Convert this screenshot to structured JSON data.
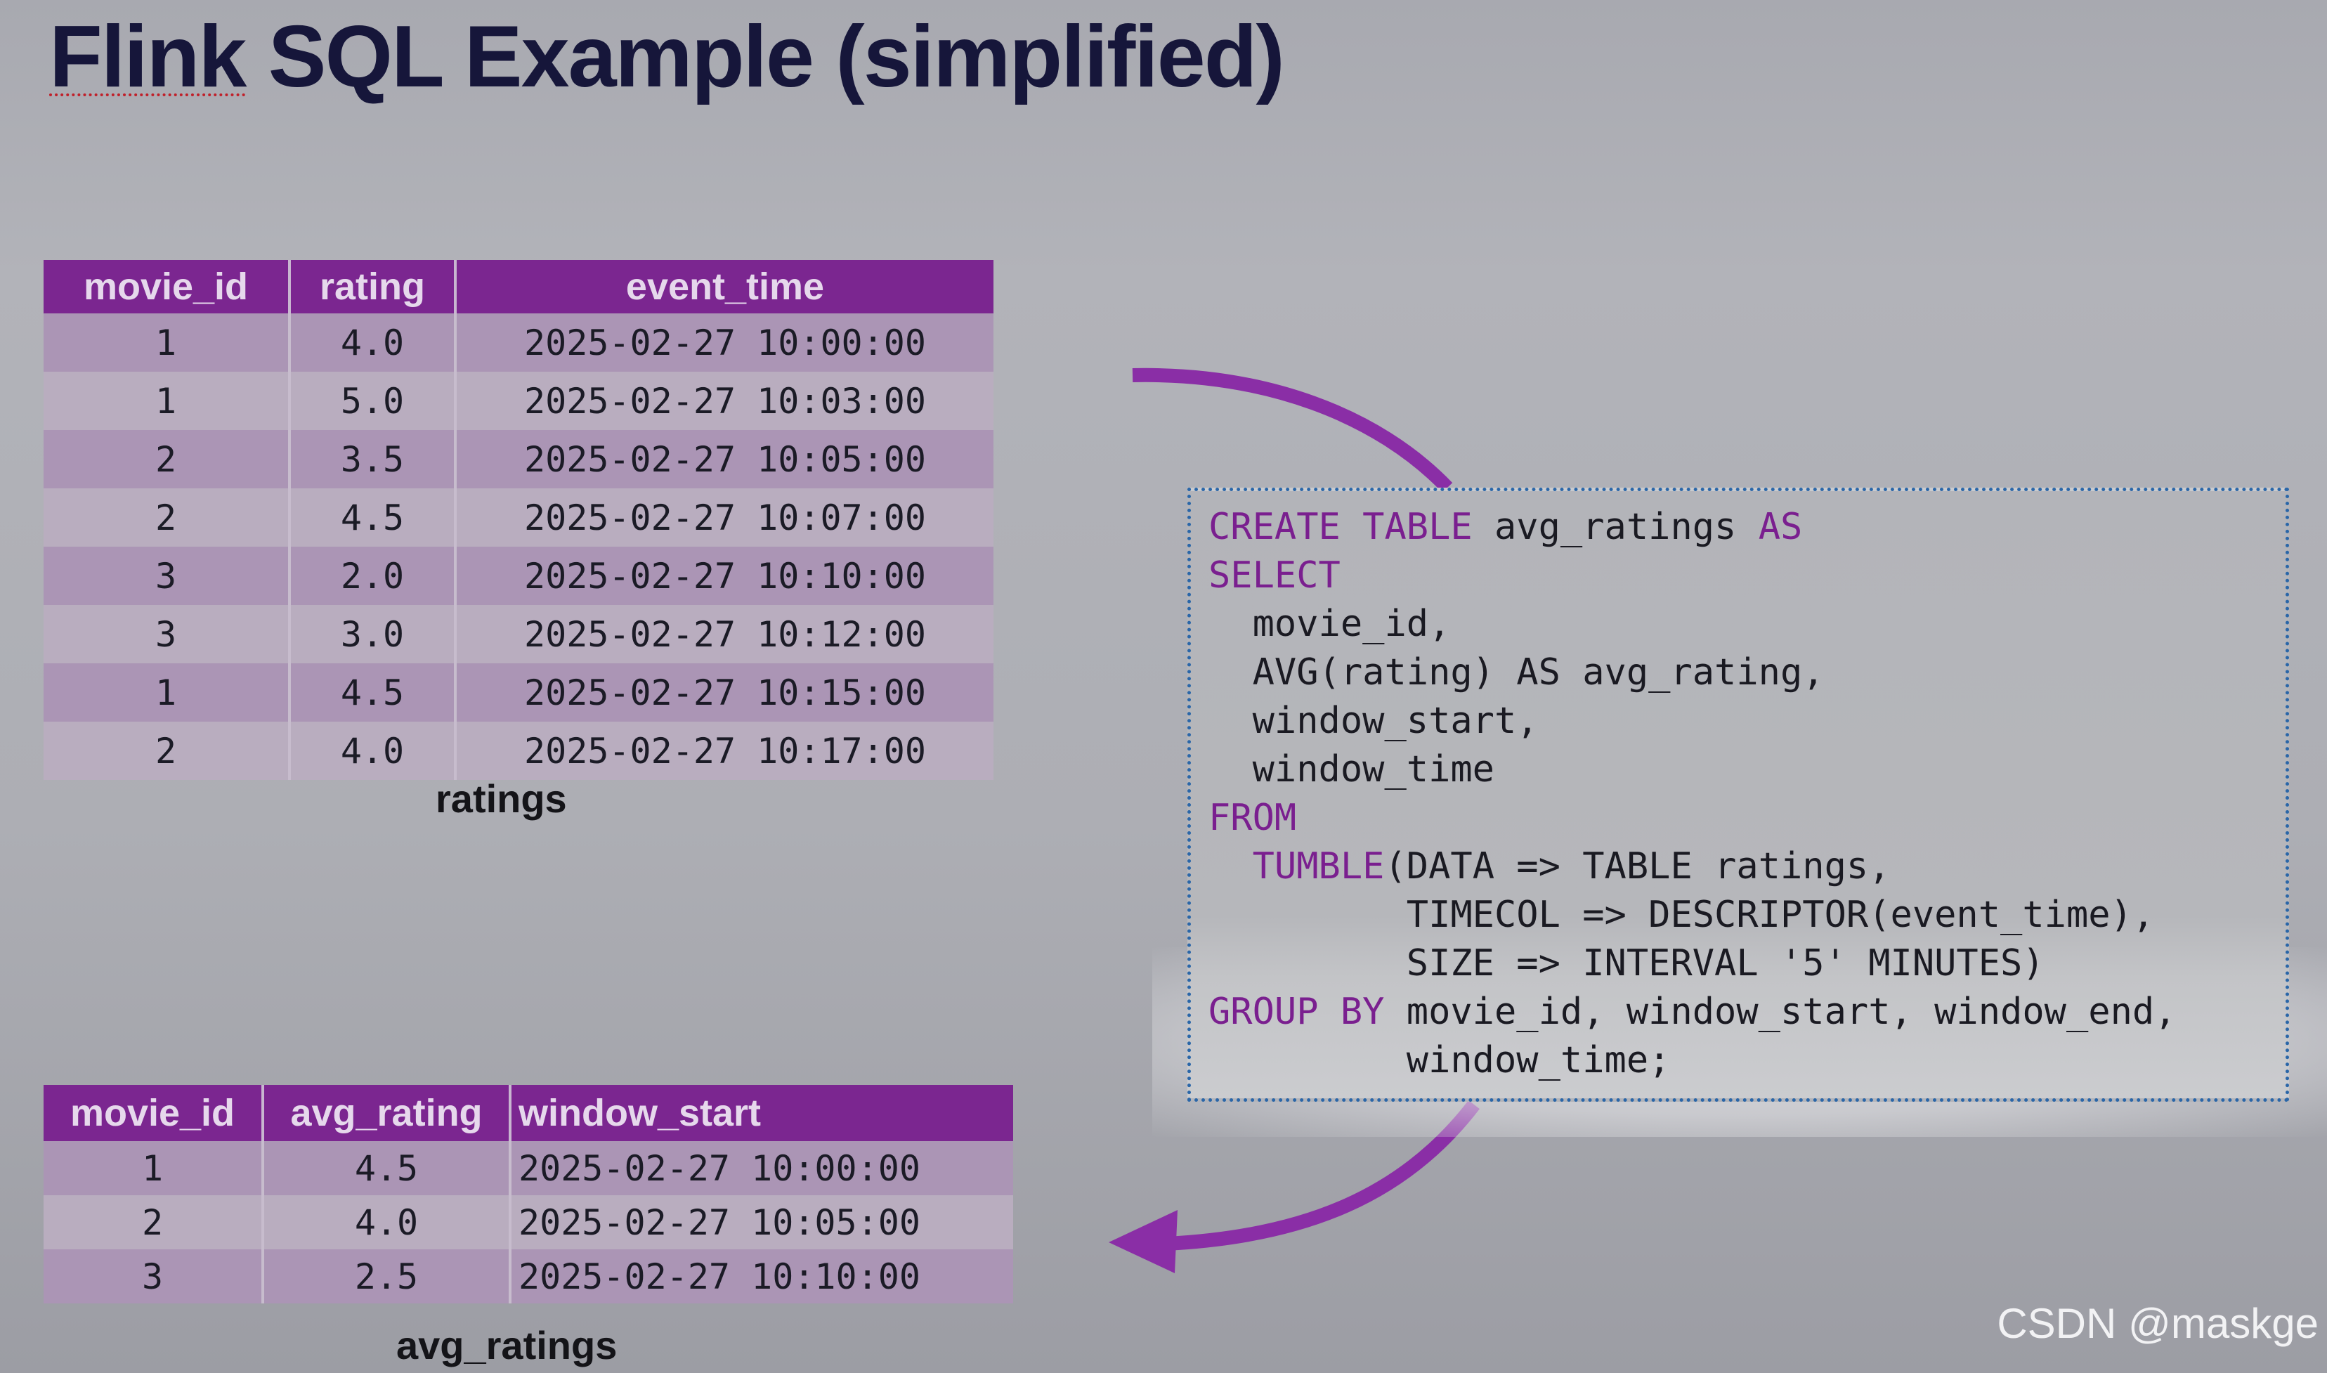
{
  "title_part1": "Flink",
  "title_part2": " SQL Example (simplified)",
  "ratings_table": {
    "headers": [
      "movie_id",
      "rating",
      "event_time"
    ],
    "rows": [
      [
        "1",
        "4.0",
        "2025-02-27 10:00:00"
      ],
      [
        "1",
        "5.0",
        "2025-02-27 10:03:00"
      ],
      [
        "2",
        "3.5",
        "2025-02-27 10:05:00"
      ],
      [
        "2",
        "4.5",
        "2025-02-27 10:07:00"
      ],
      [
        "3",
        "2.0",
        "2025-02-27 10:10:00"
      ],
      [
        "3",
        "3.0",
        "2025-02-27 10:12:00"
      ],
      [
        "1",
        "4.5",
        "2025-02-27 10:15:00"
      ],
      [
        "2",
        "4.0",
        "2025-02-27 10:17:00"
      ]
    ],
    "caption": "ratings"
  },
  "avg_table": {
    "headers": [
      "movie_id",
      "avg_rating",
      "window_start"
    ],
    "rows": [
      [
        "1",
        "4.5",
        "2025-02-27 10:00:00"
      ],
      [
        "2",
        "4.0",
        "2025-02-27 10:05:00"
      ],
      [
        "3",
        "2.5",
        "2025-02-27 10:10:00"
      ]
    ],
    "caption": "avg_ratings"
  },
  "sql": [
    {
      "kw": "CREATE TABLE",
      "rest": " avg_ratings ",
      "kw2": "AS"
    },
    {
      "kw": "SELECT",
      "rest": ""
    },
    {
      "kw": "",
      "rest": "  movie_id,"
    },
    {
      "kw": "",
      "rest": "  AVG(rating) AS avg_rating,"
    },
    {
      "kw": "",
      "rest": "  window_start,"
    },
    {
      "kw": "",
      "rest": "  window_time"
    },
    {
      "kw": "FROM",
      "rest": ""
    },
    {
      "pre": "  ",
      "kw": "TUMBLE",
      "rest": "(DATA => TABLE ratings,"
    },
    {
      "kw": "",
      "rest": "         TIMECOL => DESCRIPTOR(event_time),"
    },
    {
      "kw": "",
      "rest": "         SIZE => INTERVAL '5' MINUTES)"
    },
    {
      "kw": "GROUP BY",
      "rest": " movie_id, window_start, window_end,"
    },
    {
      "kw": "",
      "rest": "         window_time;"
    }
  ],
  "watermark": "CSDN @maskge",
  "colors": {
    "header_purple": "#7b2690",
    "keyword_purple": "#7a1f8f",
    "arrow_purple": "#8a2ea6"
  }
}
